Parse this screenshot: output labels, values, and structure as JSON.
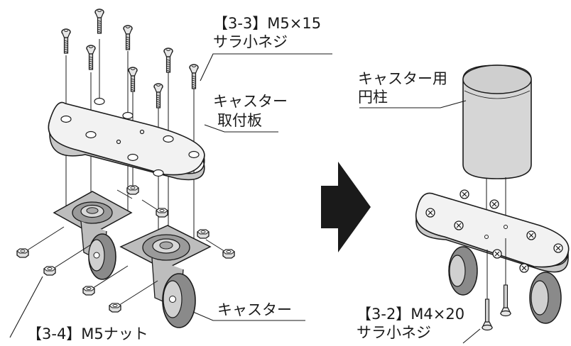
{
  "labels": {
    "screw_m5_code": "【3-3】M5×15",
    "screw_m5_name": "サラ小ネジ",
    "caster_plate_line1": "キャスター",
    "caster_plate_line2": "取付板",
    "caster": "キャスター",
    "nut_m5": "【3-4】M5ナット",
    "cylinder_line1": "キャスター用",
    "cylinder_line2": "円柱",
    "screw_m4_code": "【3-2】M4×20",
    "screw_m4_name": "サラ小ネジ"
  },
  "colors": {
    "ink": "#1a1a1a",
    "plate_top": "#f2f2f2",
    "plate_edge": "#c8c8c8",
    "cylinder_body": "#d6d6d6",
    "cylinder_top": "#cfcfcf",
    "wheel": "#8a8a8a",
    "hardware": "#bdbdbd",
    "arrow": "#1a1a1a"
  }
}
